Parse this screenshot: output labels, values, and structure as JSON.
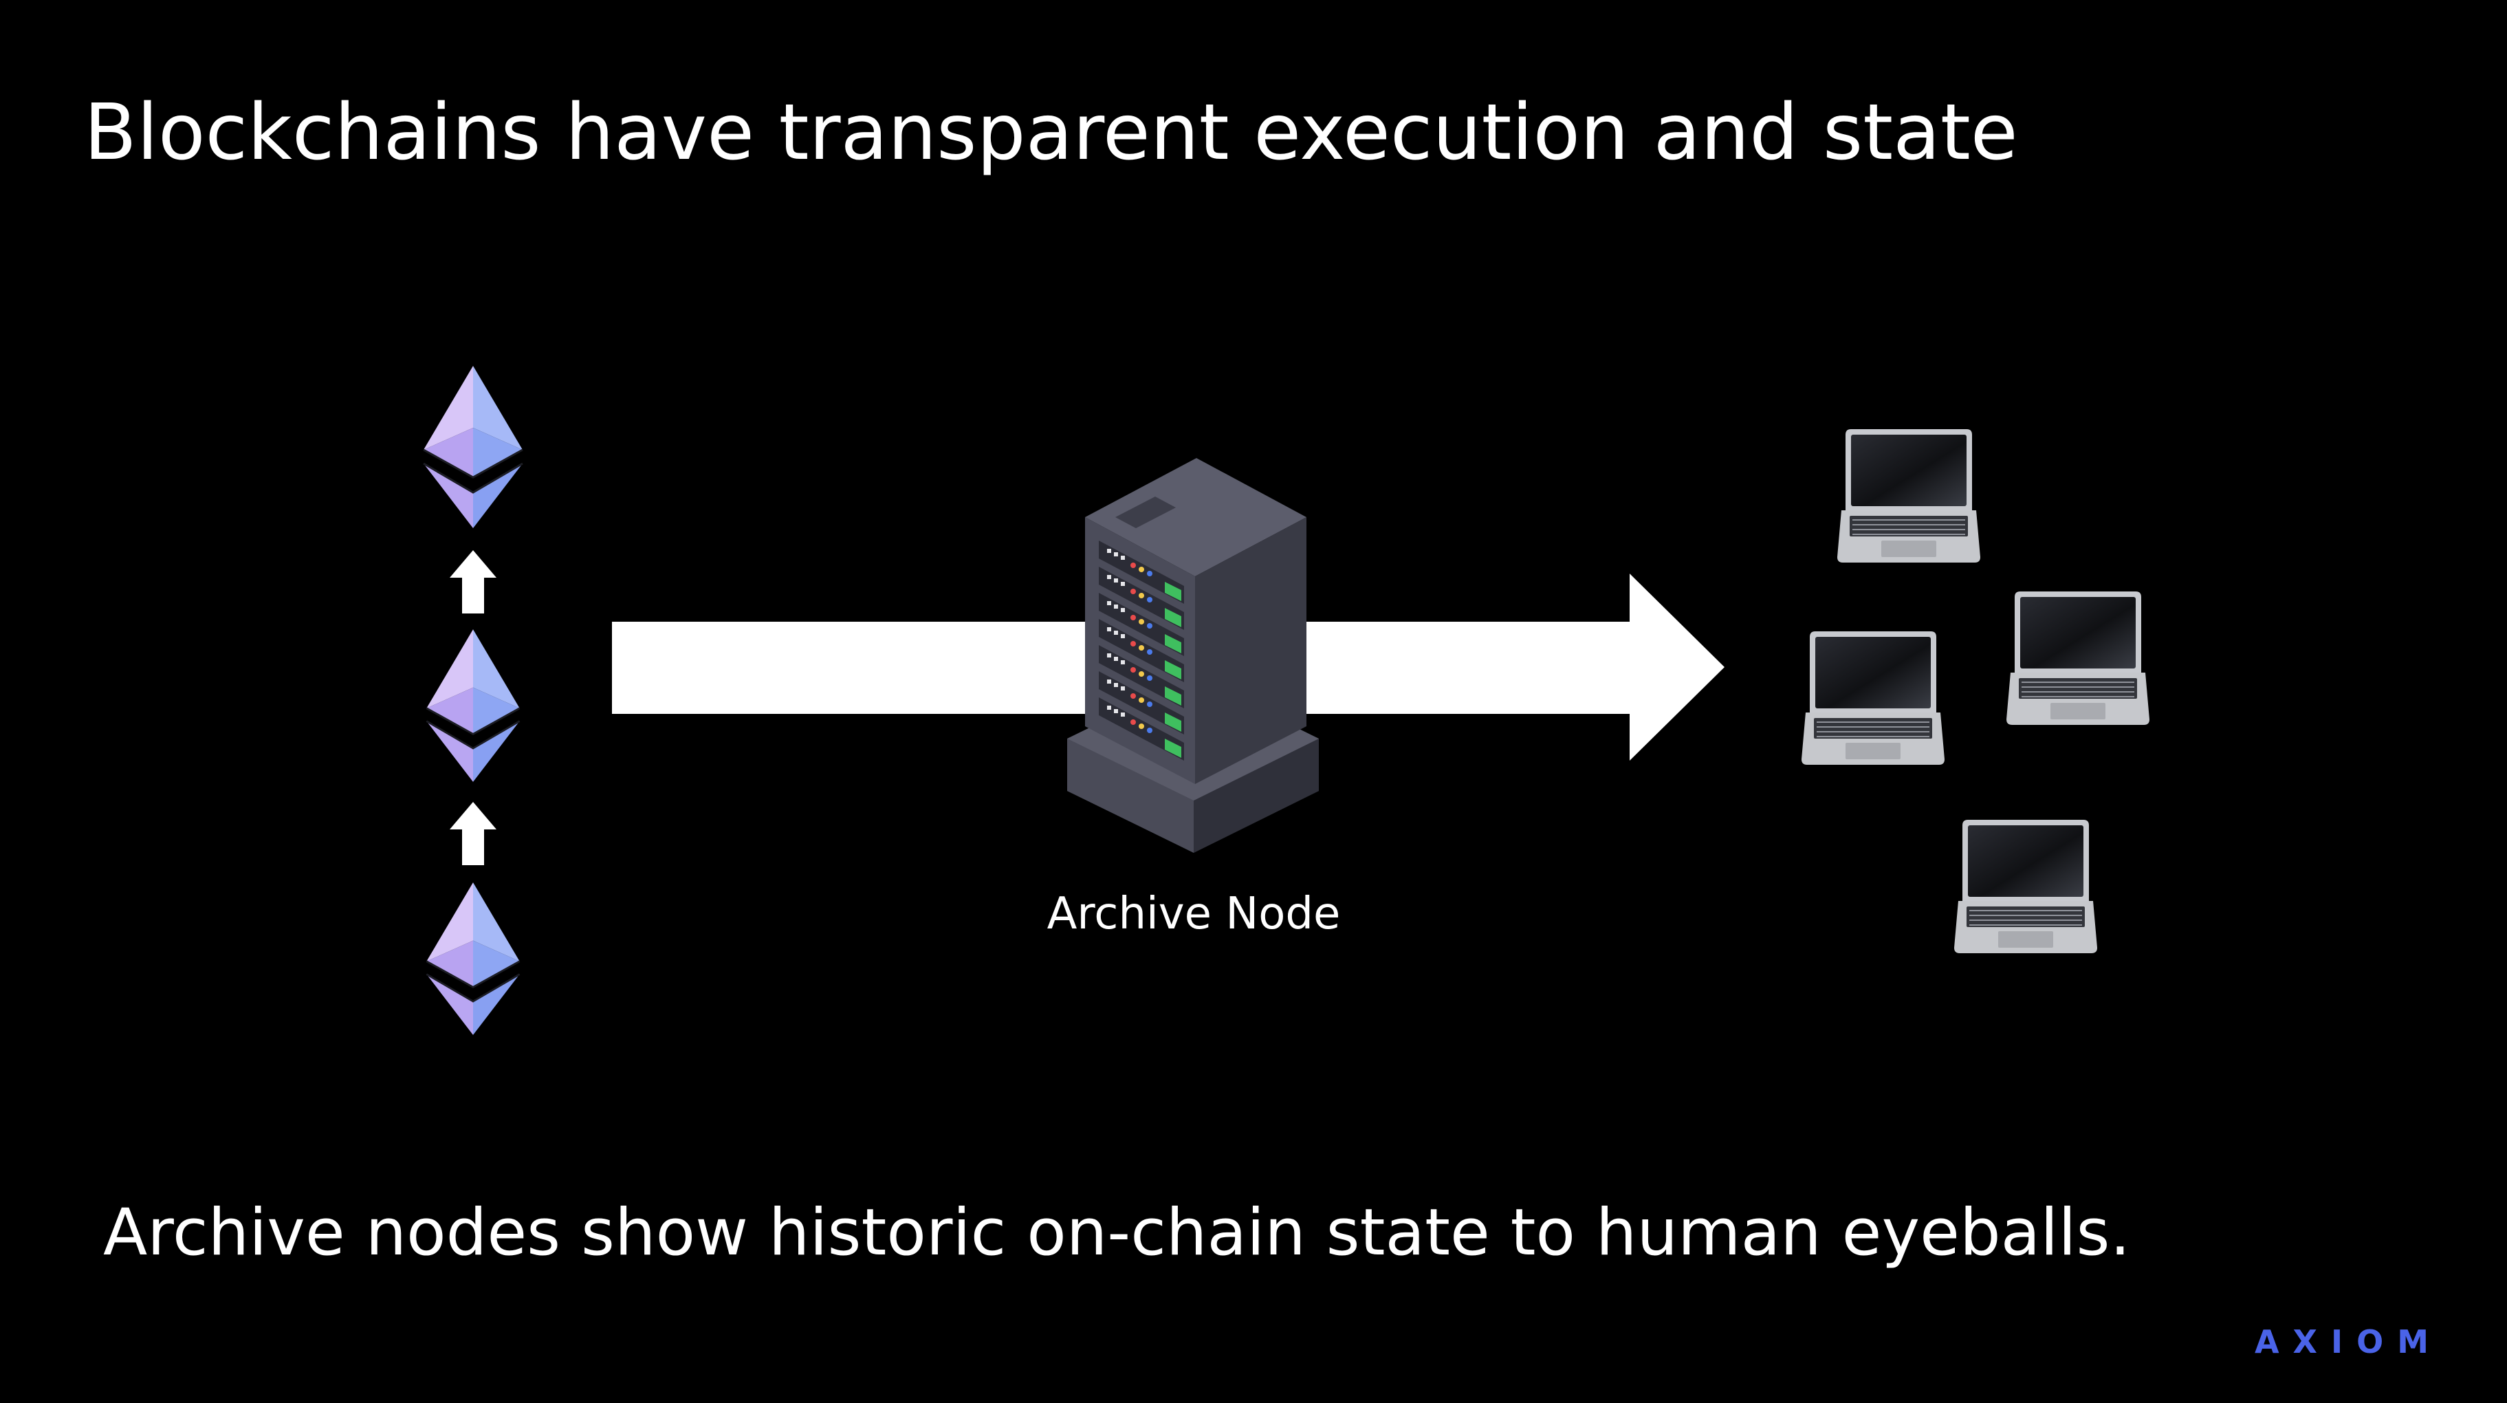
{
  "slide": {
    "title": "Blockchains have transparent execution and state",
    "caption": "Archive nodes show historic on-chain state to human eyeballs.",
    "node_label": "Archive Node",
    "logo": "AXIOM"
  },
  "icons": {
    "chain_blocks": [
      "ethereum-icon",
      "ethereum-icon",
      "ethereum-icon"
    ],
    "chain_links": [
      "up-arrow-icon",
      "up-arrow-icon"
    ],
    "node": "server-rack-icon",
    "flow": "right-arrow",
    "clients": [
      "laptop-icon",
      "laptop-icon",
      "laptop-icon",
      "laptop-icon"
    ]
  },
  "colors": {
    "background": "#000000",
    "text": "#ffffff",
    "logo": "#4a63e8",
    "eth_light": "#c9b8f2",
    "eth_blue": "#8da8f4",
    "server_body": "#4e4f5e",
    "server_led_green": "#3fbf5f"
  }
}
